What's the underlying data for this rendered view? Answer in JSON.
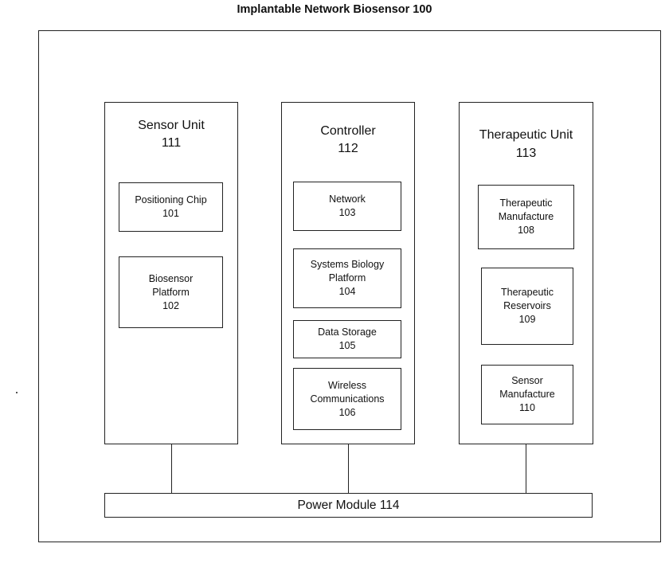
{
  "diagram": {
    "title": "Implantable Network Biosensor 100",
    "units": {
      "sensor": {
        "name": "Sensor Unit",
        "number": "111",
        "components": {
          "positioning_chip": {
            "line1": "Positioning Chip",
            "line2": "101"
          },
          "biosensor_platform": {
            "line1": "Biosensor",
            "line2": "Platform",
            "line3": "102"
          }
        }
      },
      "controller": {
        "name": "Controller",
        "number": "112",
        "components": {
          "network": {
            "line1": "Network",
            "line2": "103"
          },
          "systems_biology": {
            "line1": "Systems Biology",
            "line2": "Platform",
            "line3": "104"
          },
          "data_storage": {
            "line1": "Data Storage",
            "line2": "105"
          },
          "wireless": {
            "line1": "Wireless",
            "line2": "Communications",
            "line3": "106"
          }
        }
      },
      "therapeutic": {
        "name": "Therapeutic Unit",
        "number": "113",
        "components": {
          "therapeutic_manufacture": {
            "line1": "Therapeutic",
            "line2": "Manufacture",
            "line3": "108"
          },
          "therapeutic_reservoirs": {
            "line1": "Therapeutic",
            "line2": "Reservoirs",
            "line3": "109"
          },
          "sensor_manufacture": {
            "line1": "Sensor",
            "line2": "Manufacture",
            "line3": "110"
          }
        }
      }
    },
    "power_module": "Power Module 114"
  }
}
